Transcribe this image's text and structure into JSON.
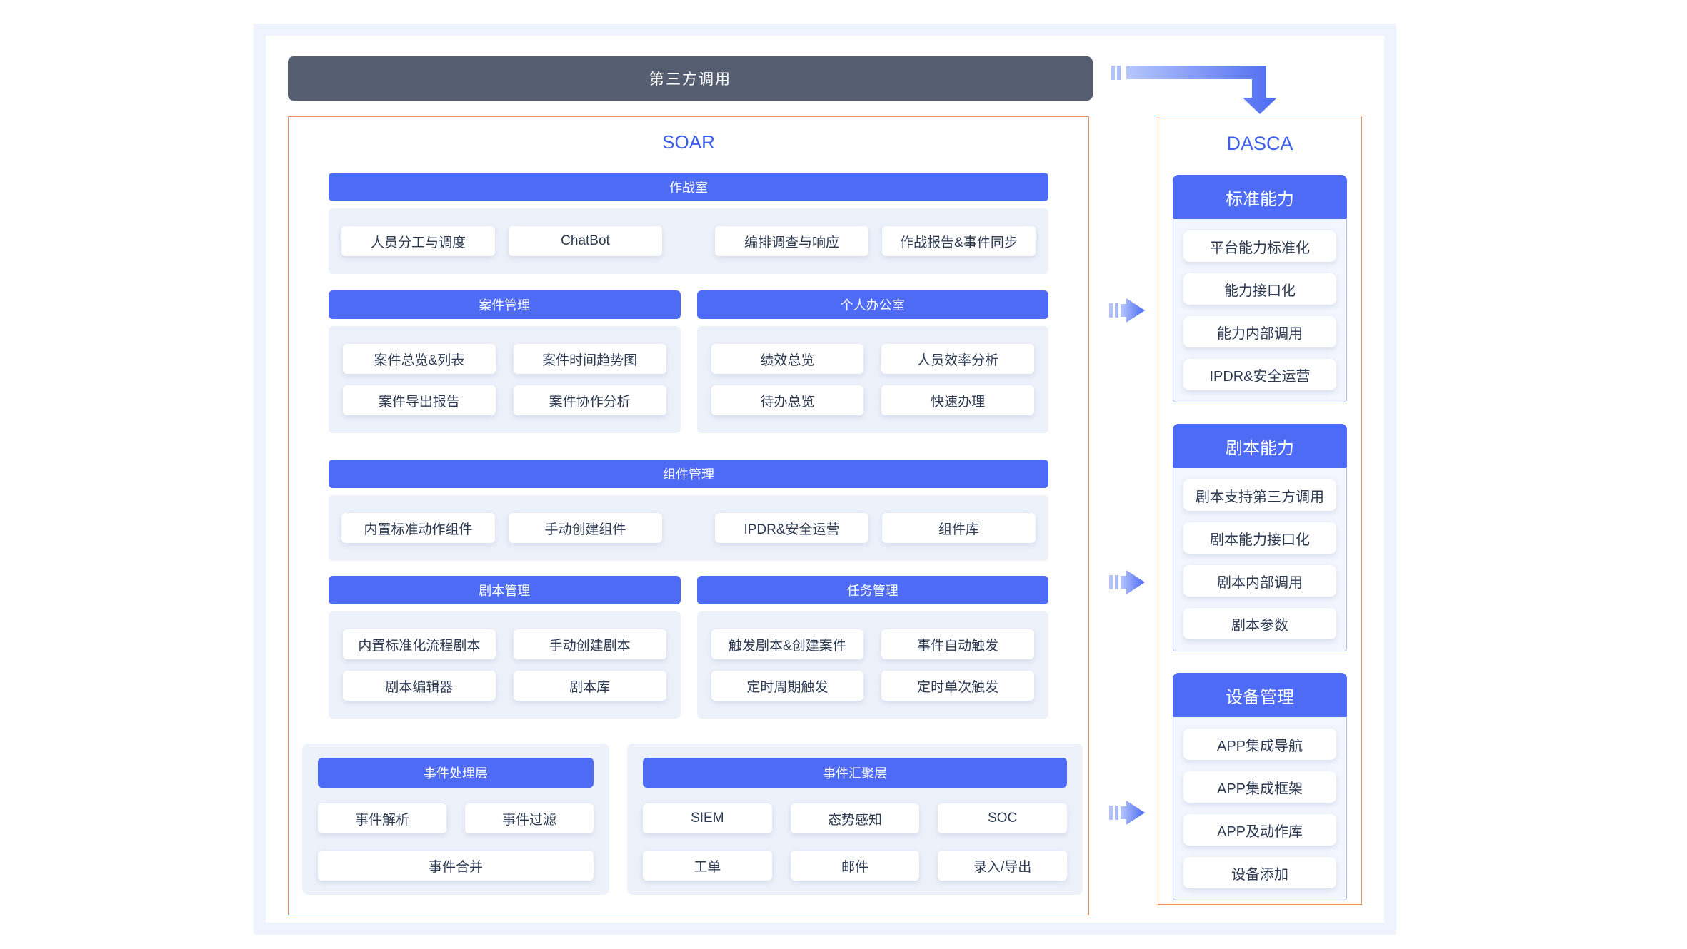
{
  "top_bar": {
    "label": "第三方调用"
  },
  "soar": {
    "title": "SOAR",
    "war_room": {
      "header": "作战室",
      "items": [
        "人员分工与调度",
        "ChatBot",
        "编排调查与响应",
        "作战报告&事件同步"
      ]
    },
    "case_mgmt": {
      "header": "案件管理",
      "items": [
        "案件总览&列表",
        "案件时间趋势图",
        "案件导出报告",
        "案件协作分析"
      ]
    },
    "personal_office": {
      "header": "个人办公室",
      "items": [
        "绩效总览",
        "人员效率分析",
        "待办总览",
        "快速办理"
      ]
    },
    "component_mgmt": {
      "header": "组件管理",
      "items": [
        "内置标准动作组件",
        "手动创建组件",
        "IPDR&安全运营",
        "组件库"
      ]
    },
    "playbook_mgmt": {
      "header": "剧本管理",
      "items": [
        "内置标准化流程剧本",
        "手动创建剧本",
        "剧本编辑器",
        "剧本库"
      ]
    },
    "task_mgmt": {
      "header": "任务管理",
      "items": [
        "触发剧本&创建案件",
        "事件自动触发",
        "定时周期触发",
        "定时单次触发"
      ]
    },
    "event_processing": {
      "header": "事件处理层",
      "items": [
        "事件解析",
        "事件过滤",
        "事件合并"
      ]
    },
    "event_aggregation": {
      "header": "事件汇聚层",
      "items": [
        "SIEM",
        "态势感知",
        "SOC",
        "工单",
        "邮件",
        "录入/导出"
      ]
    }
  },
  "dasca": {
    "title": "DASCA",
    "standard_capability": {
      "header": "标准能力",
      "items": [
        "平台能力标准化",
        "能力接口化",
        "能力内部调用",
        "IPDR&安全运营"
      ]
    },
    "playbook_capability": {
      "header": "剧本能力",
      "items": [
        "剧本支持第三方调用",
        "剧本能力接口化",
        "剧本内部调用",
        "剧本参数"
      ]
    },
    "device_mgmt": {
      "header": "设备管理",
      "items": [
        "APP集成导航",
        "APP集成框架",
        "APP及动作库",
        "设备添加"
      ]
    }
  },
  "colors": {
    "accent_blue": "#4D6BF5",
    "title_blue": "#3D5FEE",
    "dark_bar": "#555E70",
    "orange_border": "#EF9058",
    "panel_bg": "#EDF1FA"
  }
}
